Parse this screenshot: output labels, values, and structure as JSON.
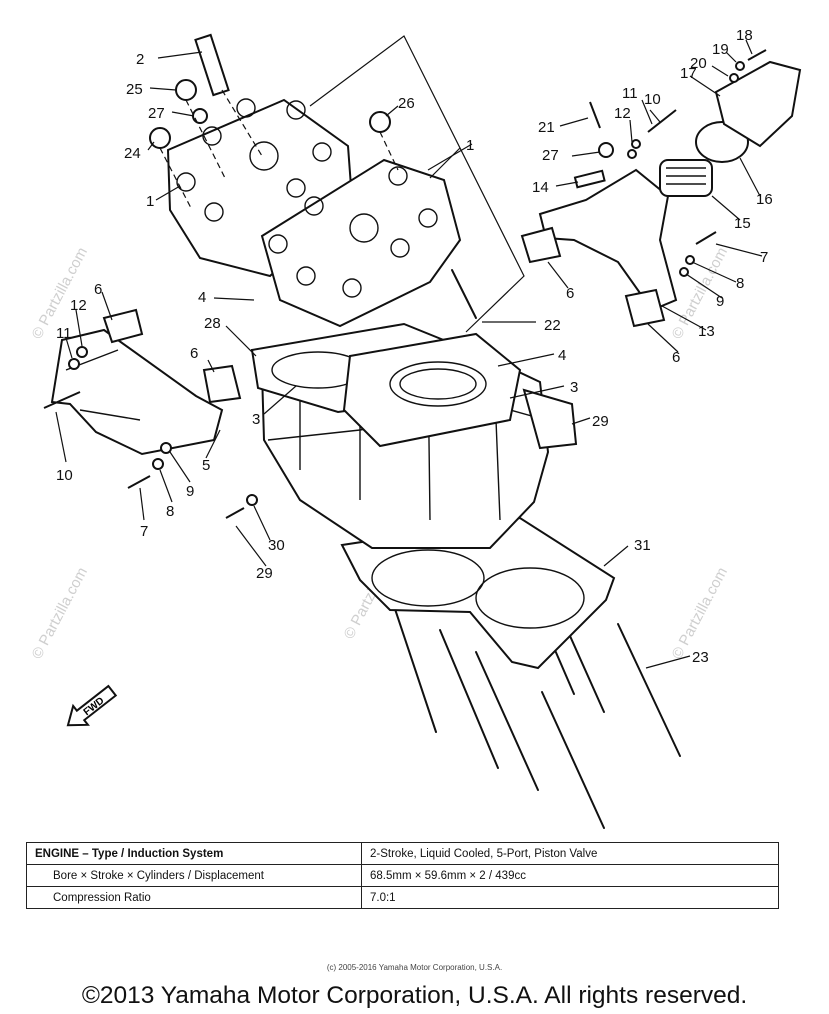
{
  "callouts": {
    "c1a": "1",
    "c1b": "1",
    "c2": "2",
    "c3a": "3",
    "c3b": "3",
    "c4a": "4",
    "c4b": "4",
    "c5": "5",
    "c6a": "6",
    "c6b": "6",
    "c6c": "6",
    "c6d": "6",
    "c7a": "7",
    "c7b": "7",
    "c8a": "8",
    "c8b": "8",
    "c9a": "9",
    "c9b": "9",
    "c10a": "10",
    "c10b": "10",
    "c11a": "11",
    "c11b": "11",
    "c12a": "12",
    "c12b": "12",
    "c13": "13",
    "c14": "14",
    "c15": "15",
    "c16": "16",
    "c17": "17",
    "c18": "18",
    "c19": "19",
    "c20": "20",
    "c21": "21",
    "c22": "22",
    "c23": "23",
    "c24": "24",
    "c25": "25",
    "c26": "26",
    "c27a": "27",
    "c27b": "27",
    "c28": "28",
    "c29a": "29",
    "c29b": "29",
    "c30": "30",
    "c31": "31"
  },
  "fwd_label": "FWD",
  "watermark": "© Partzilla.com",
  "spec_table": {
    "rows": [
      {
        "label": "ENGINE – Type / Induction System",
        "value": "2-Stroke, Liquid Cooled, 5-Port, Piston Valve"
      },
      {
        "label": "Bore × Stroke × Cylinders / Displacement",
        "value": "68.5mm × 59.6mm × 2 / 439cc"
      },
      {
        "label": "Compression Ratio",
        "value": "7.0:1"
      }
    ]
  },
  "copyright_small": "(c) 2005-2016 Yamaha Motor Corporation, U.S.A.",
  "copyright": "©2013 Yamaha Motor Corporation, U.S.A. All rights reserved."
}
